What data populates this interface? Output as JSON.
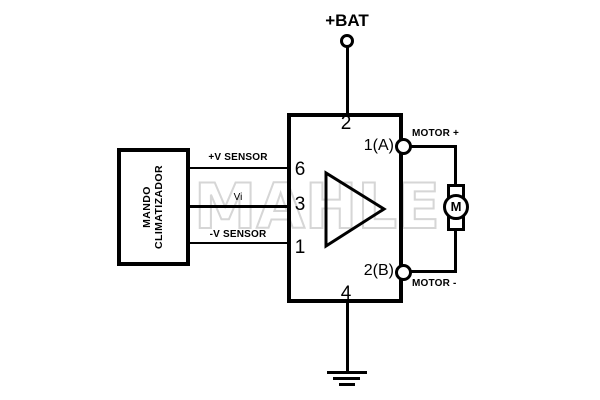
{
  "colors": {
    "ink": "#000000",
    "background": "#ffffff",
    "watermark_stroke": "#d6d6d6"
  },
  "battery": {
    "label": "+BAT"
  },
  "controller": {
    "name_line1": "MANDO",
    "name_line2": "CLIMATIZADOR"
  },
  "signals": {
    "plus_sensor": "+V SENSOR",
    "input": "Vi",
    "minus_sensor": "-V SENSOR"
  },
  "module": {
    "pin_top": "2",
    "pin_left_top": "6",
    "pin_left_mid": "3",
    "pin_left_bottom": "1",
    "pin_bottom": "4",
    "output_a": "1(A)",
    "output_b": "2(B)"
  },
  "motor": {
    "label_positive": "MOTOR +",
    "label_negative": "MOTOR -",
    "symbol": "M"
  },
  "watermark": {
    "text": "MAHLE"
  }
}
